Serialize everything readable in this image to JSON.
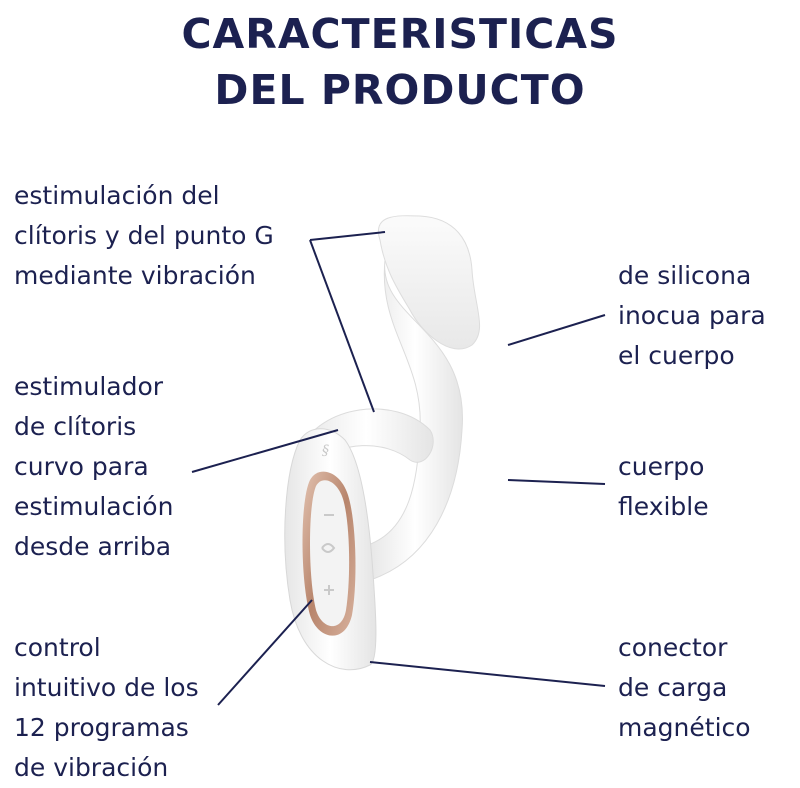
{
  "title": {
    "line1": "CARACTERISTICAS",
    "line2": "DEL PRODUCTO"
  },
  "features": {
    "dual_stimulation": {
      "lines": [
        "estimulación del",
        "clítoris y del punto G",
        "mediante vibración"
      ]
    },
    "clitoral_stimulator": {
      "lines": [
        "estimulador",
        "de clítoris",
        "curvo para",
        "estimulación",
        "desde arriba"
      ]
    },
    "control": {
      "lines": [
        "control",
        "intuitivo de los",
        "12 programas",
        "de vibración"
      ]
    },
    "silicone": {
      "lines": [
        "de silicona",
        "inocua para",
        "el cuerpo"
      ]
    },
    "flexible": {
      "lines": [
        "cuerpo",
        "flexible"
      ]
    },
    "charger": {
      "lines": [
        "conector",
        "de carga",
        "magnético"
      ]
    }
  },
  "colors": {
    "text": "#1c2150",
    "product_white": "#f4f4f4",
    "accent_rose_gold": "#c49a84",
    "leader_line": "#1c2150"
  },
  "icons": {
    "product": "dual-stimulator-image",
    "logo": "brand-logo-icon"
  }
}
